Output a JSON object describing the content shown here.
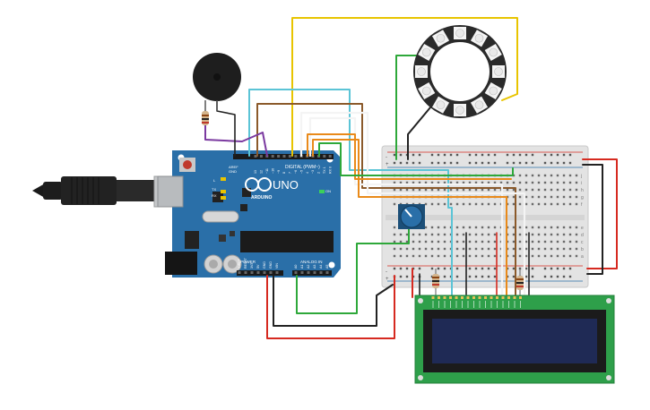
{
  "arduino": {
    "brand": "ARDUINO",
    "model": "UNO",
    "digital_header": "DIGITAL (PWM~)",
    "power_header": "POWER",
    "analog_header": "ANALOG IN",
    "silk_aref": "AREF",
    "silk_gnd": "GND",
    "silk_tx": "TX",
    "silk_rx": "RX",
    "silk_l": "L",
    "silk_on": "ON",
    "digital_pins": [
      "13",
      "12",
      "~11",
      "~10",
      "~9",
      "8",
      "7",
      "~6",
      "~5",
      "4",
      "~3",
      "2",
      "TX 1",
      "RX 0"
    ],
    "power_pins": [
      "IOREF",
      "RESET",
      "3V3",
      "5V",
      "GND",
      "GND",
      "VIN"
    ],
    "analog_pins": [
      "A0",
      "A1",
      "A2",
      "A3",
      "A4",
      "A5"
    ]
  },
  "breadboard": {
    "row_letters_top": [
      "j",
      "i",
      "h",
      "g",
      "f"
    ],
    "row_letters_bottom": [
      "e",
      "d",
      "c",
      "b",
      "a"
    ],
    "rail_plus": "+",
    "rail_minus": "-"
  },
  "components": {
    "buzzer": "piezo-buzzer",
    "led_ring": "neopixel-ring-12",
    "potentiometer": "potentiometer",
    "lcd": "lcd-16x2",
    "resistors": 3
  },
  "colors": {
    "board": "#2a6fa8",
    "breadboard": "#e3e3e3",
    "lcd_pcb": "#2e9f4a",
    "lcd_screen": "#1f2a55",
    "wire_red": "#d62a20",
    "wire_black": "#222222",
    "wire_green": "#2ea83a",
    "wire_yellow": "#e8c400",
    "wire_orange": "#e98a1a",
    "wire_cyan": "#5bc4d6",
    "wire_brown": "#8b5a2b",
    "wire_purple": "#7b3aa0",
    "wire_white": "#f4f4f4"
  }
}
